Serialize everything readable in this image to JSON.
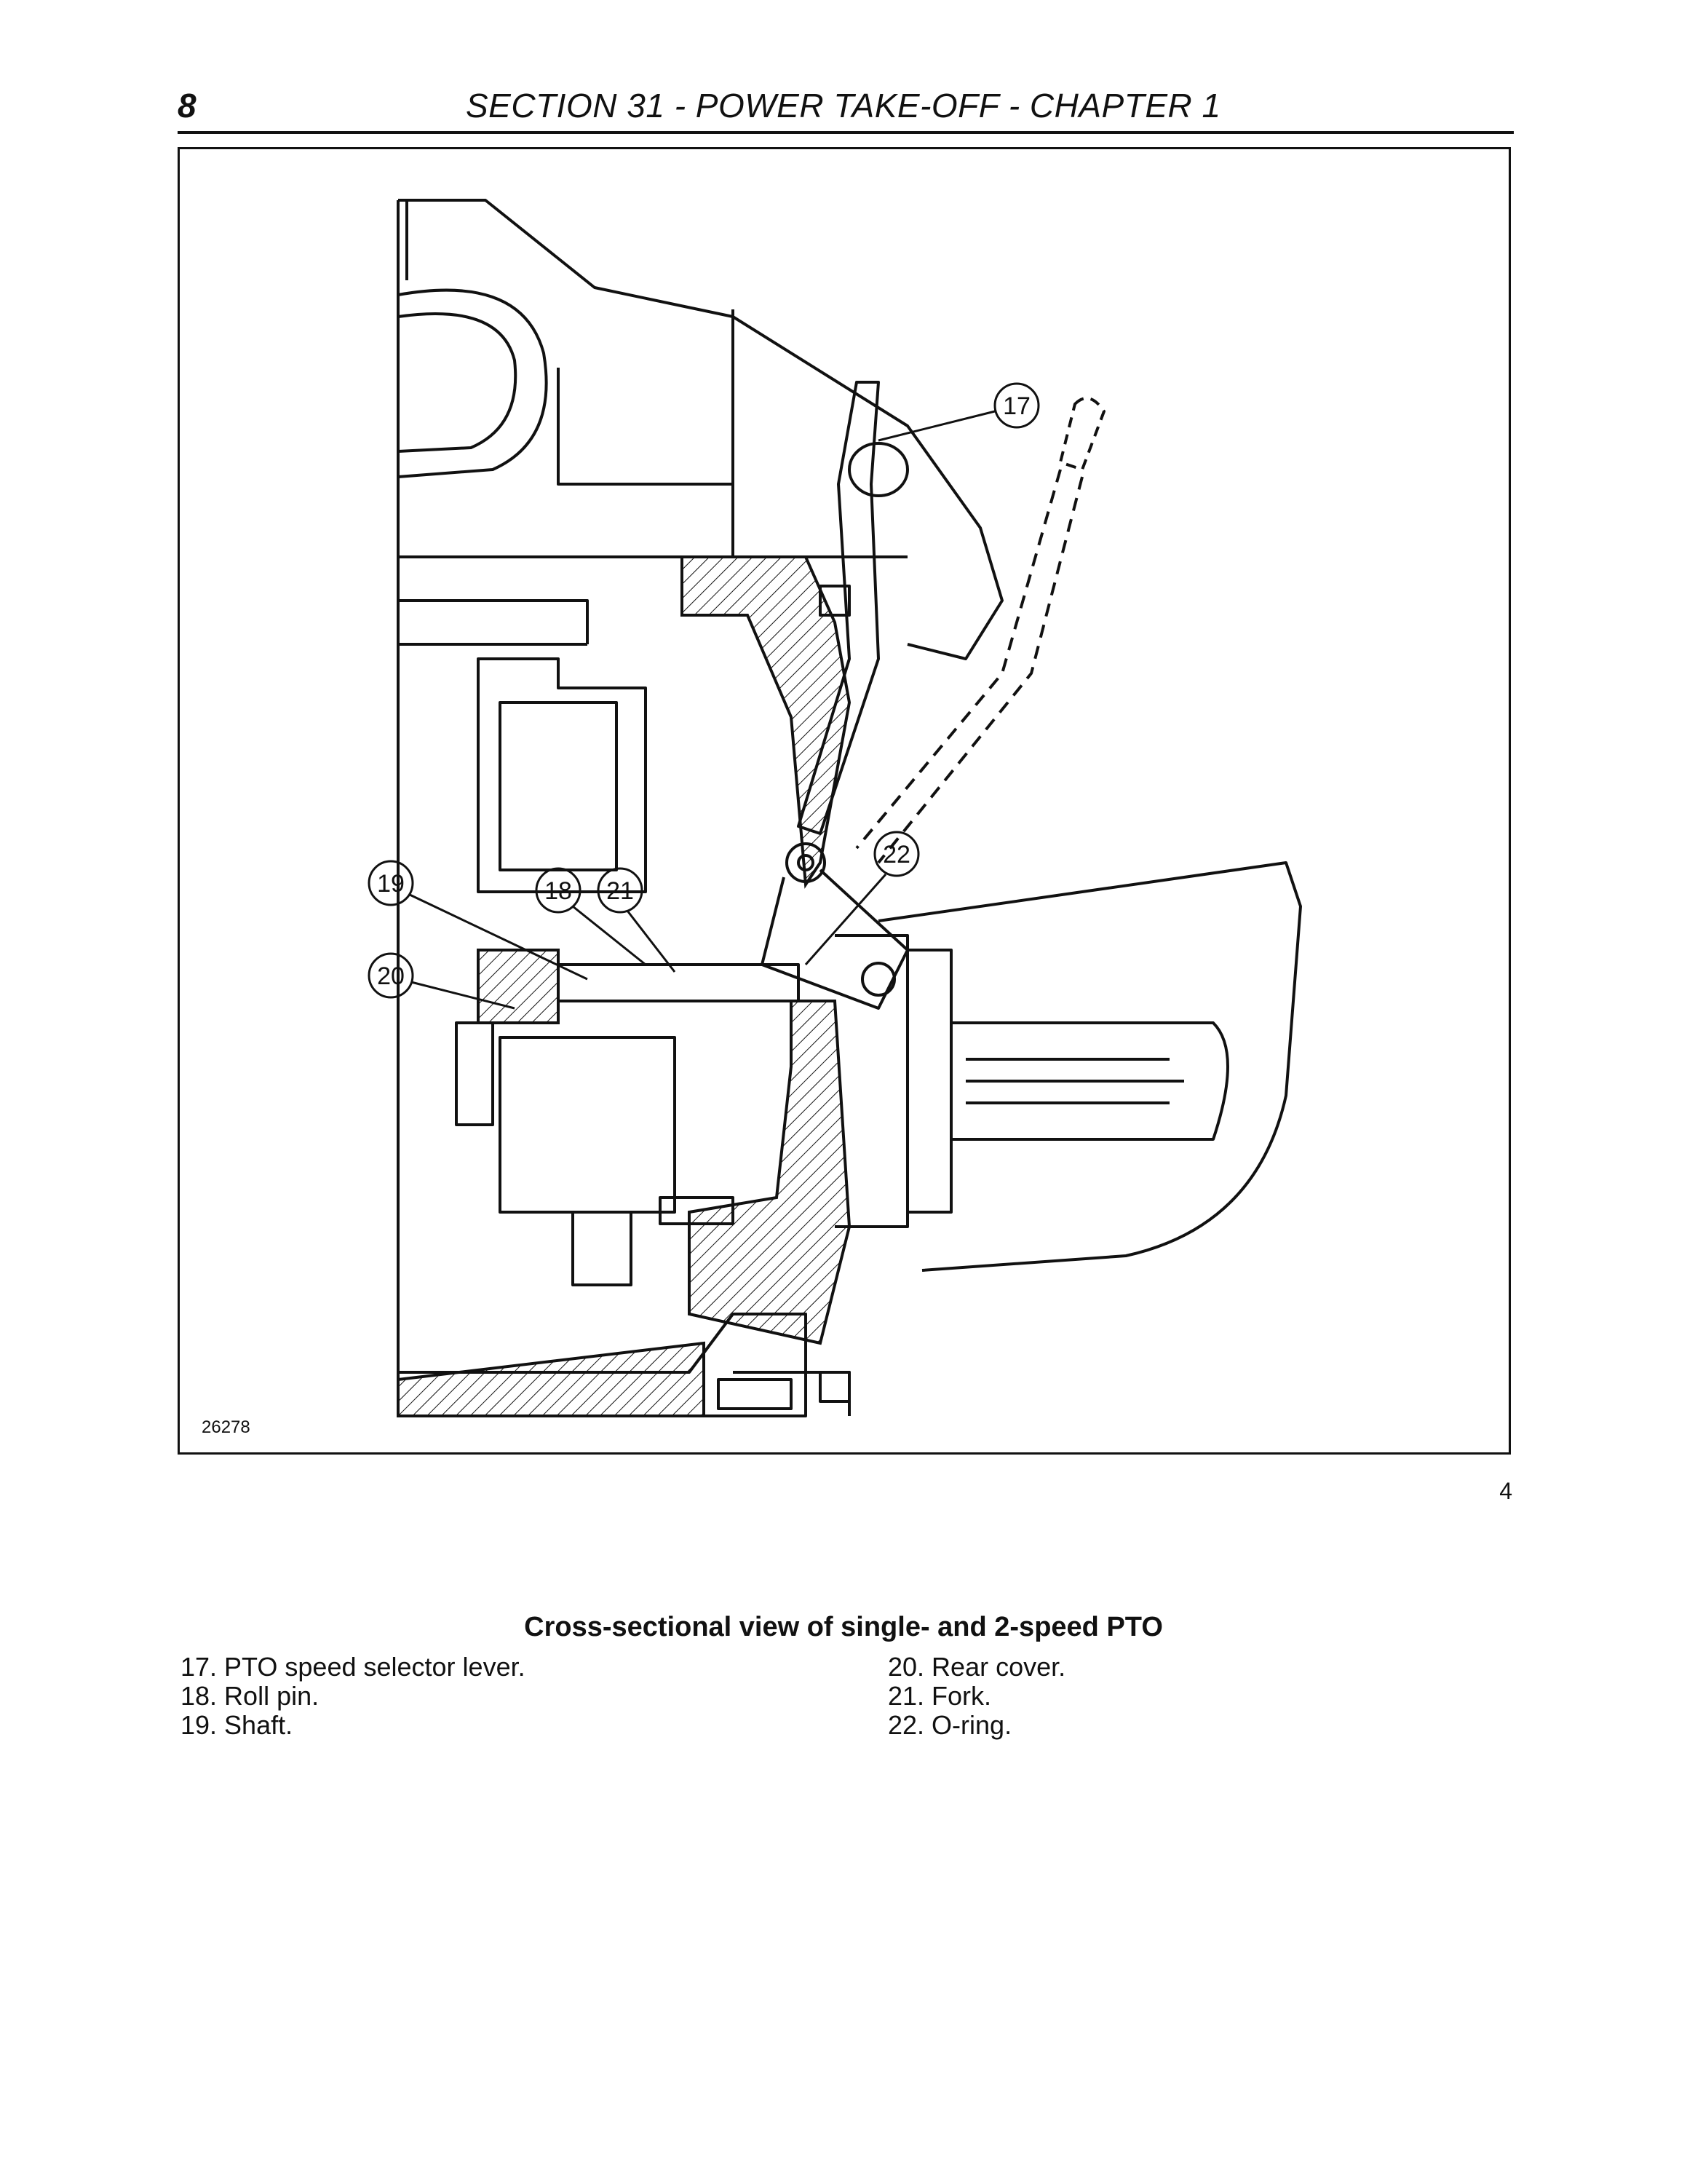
{
  "header": {
    "page_number": "8",
    "section_title": "SECTION 31 - POWER TAKE-OFF - CHAPTER 1"
  },
  "figure": {
    "id_code": "26278",
    "number": "4",
    "callouts": [
      "17",
      "18",
      "19",
      "20",
      "21",
      "22"
    ]
  },
  "caption": "Cross-sectional view of single- and 2-speed PTO",
  "legend": {
    "left": [
      "17. PTO speed selector lever.",
      "18. Roll pin.",
      "19. Shaft."
    ],
    "right": [
      "20. Rear cover.",
      "21. Fork.",
      "22. O-ring."
    ]
  }
}
